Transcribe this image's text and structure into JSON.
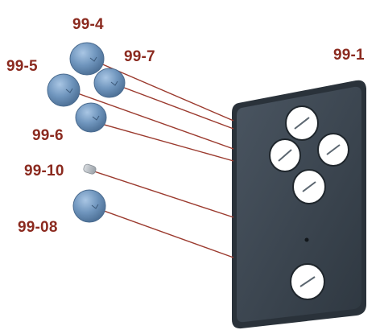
{
  "colors": {
    "label": "#8b2a1f",
    "leader_line": "#9b3a2e",
    "panel_face": "#3d4750",
    "panel_edge": "#2a323a",
    "button_blue": "#6f95bd",
    "hole": "#ffffff"
  },
  "labels": {
    "panel": "99-1",
    "button_top": "99-4",
    "button_top_right": "99-7",
    "button_left": "99-5",
    "button_bottom": "99-6",
    "connector": "99-10",
    "button_lower": "99-08"
  },
  "icons": {
    "panel": "gray-panel-with-holes",
    "button": "blue-round-cap",
    "connector": "small-gray-plug"
  }
}
